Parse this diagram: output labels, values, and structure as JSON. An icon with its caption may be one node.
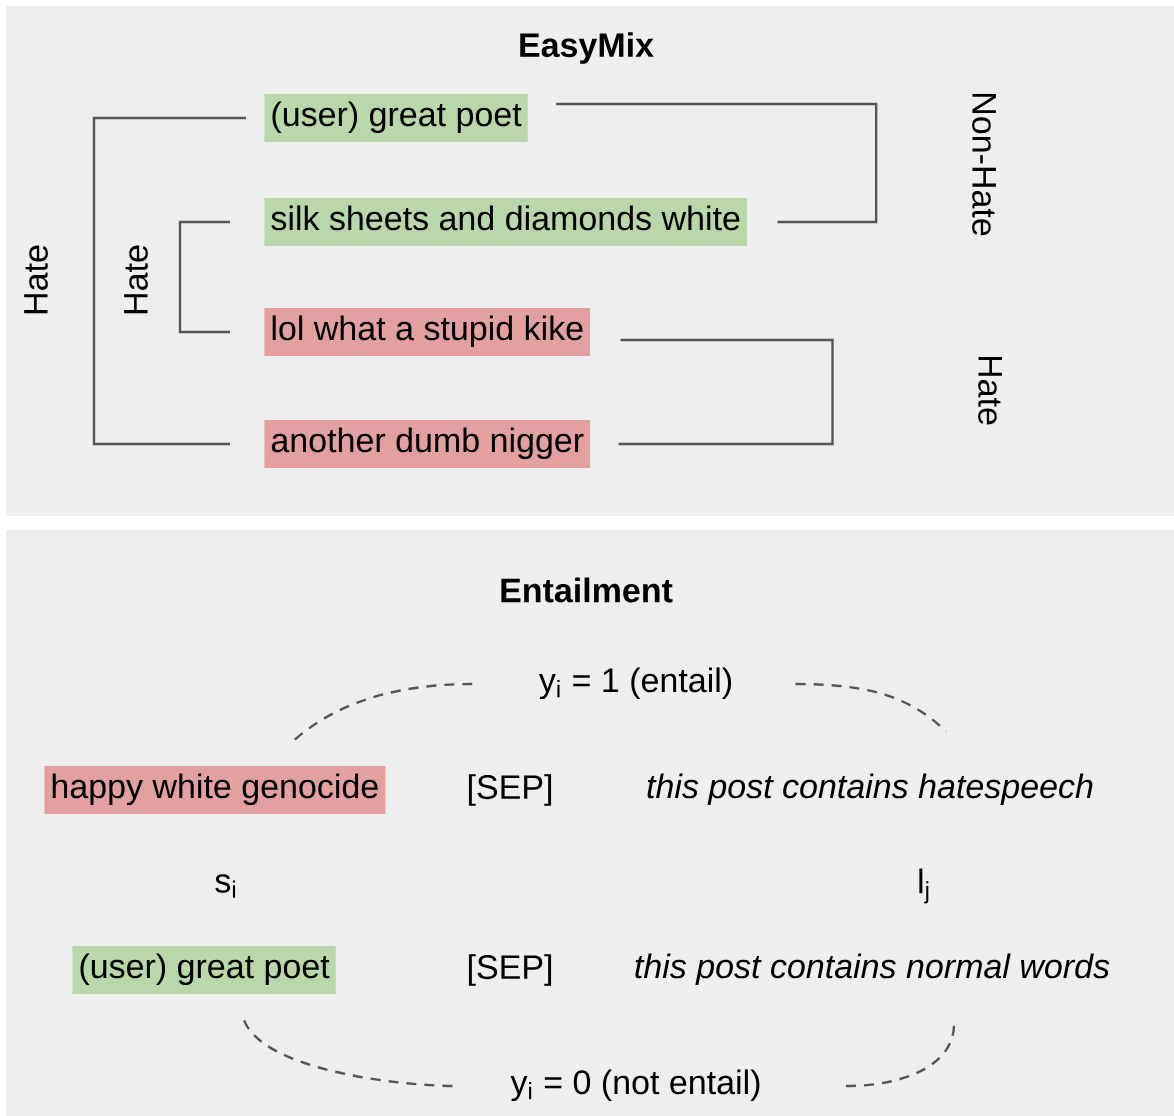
{
  "diagram": {
    "nodes": [
      {
        "text": [
          "EasyMix"
        ]
      },
      {
        "text": [
          "(user) great poet"
        ],
        "in": 0
      },
      {
        "text": [
          "silk sheets and diamonds white"
        ],
        "in": 0
      },
      {
        "text": [
          "lol what a stupid kike"
        ],
        "in": 0
      },
      {
        "text": [
          "another dumb nigger"
        ],
        "in": 0
      },
      {
        "text": [
          "Entailment"
        ]
      },
      {
        "text": [
          "happy white genocide"
        ],
        "in": 5
      },
      {
        "text": [
          "(user) great poet"
        ],
        "in": 5
      },
      {
        "text": [
          "this post contains hatespeech"
        ],
        "in": 5
      },
      {
        "text": [
          "this post contains normal words"
        ],
        "in": 5
      },
      {
        "text": [
          "y$_{i}$ = 1 (entail)"
        ],
        "in": 5
      },
      {
        "text": [
          "y$_{i}$ = 0 (not entail)"
        ],
        "in": 5
      }
    ],
    "edges": [
      {
        "from": 1,
        "to": 4,
        "arrow": "none",
        "label": "Hate"
      },
      {
        "from": 2,
        "to": 3,
        "arrow": "none",
        "label": "Hate"
      },
      {
        "from": 1,
        "to": 2,
        "arrow": "none",
        "label": "Non-Hate"
      },
      {
        "from": 3,
        "to": 4,
        "arrow": "none",
        "label": "Hate"
      },
      {
        "from": 6,
        "to": 10,
        "arrow": "none",
        "style": "dashed"
      },
      {
        "from": 10,
        "to": 8,
        "arrow": "none",
        "style": "dashed"
      },
      {
        "from": 7,
        "to": 11,
        "arrow": "none",
        "style": "dashed"
      },
      {
        "from": 11,
        "to": 9,
        "arrow": "none",
        "style": "dashed"
      }
    ],
    "labels": [
      "[SEP]",
      "s$_{i}$",
      "l$_{j}$",
      "[SEP]"
    ]
  }
}
